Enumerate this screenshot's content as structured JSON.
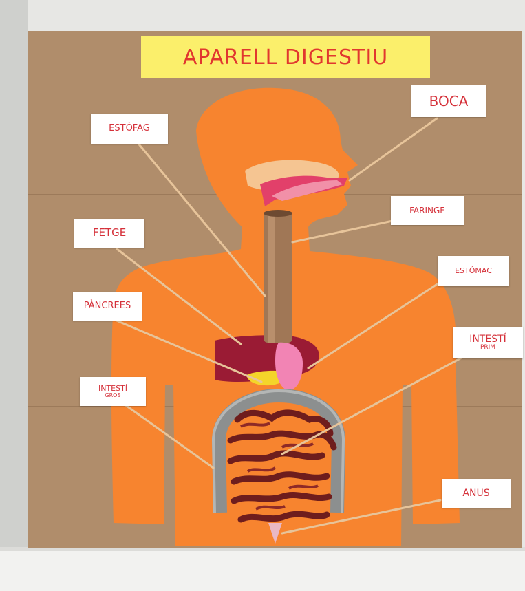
{
  "photo": {
    "subject": "digestive system cardboard poster",
    "colors": {
      "cardboard": "#b08d6b",
      "body": "#f7842f",
      "label_text": "#d5313a",
      "title_bg": "#fbef6b"
    }
  },
  "poster": {
    "title": "APARELL DIGESTIU",
    "labels": {
      "boca": "BOCA",
      "esofag": "ESTÒFAG",
      "faringe": "FARINGE",
      "fetge": "FETGE",
      "estomac": "ESTÓMAC",
      "pancrees": "PÀNCREES",
      "intesti_prim_line1": "INTESTÍ",
      "intesti_prim_line2": "PRIM",
      "intesti_gros_line1": "INTESTÍ",
      "intesti_gros_line2": "GROS",
      "anus": "ANUS"
    }
  }
}
